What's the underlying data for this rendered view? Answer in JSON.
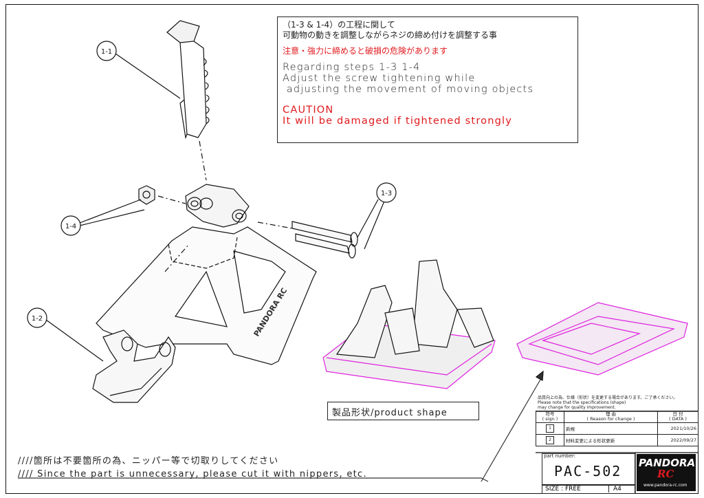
{
  "note": {
    "jp_line1": "（1-3 & 1-4）の工程に関して",
    "jp_line2": "可動物の動きを調整しながらネジの締め付けを調整する事",
    "jp_caution": "注意・強力に締めると破損の危険があります",
    "en_line1": "Regarding steps 1-3 1-4",
    "en_line2": "Adjust the screw tightening while",
    "en_line3": " adjusting the movement of moving objects",
    "en_caution_title": "CAUTION",
    "en_caution_text": "It will be damaged if tightened strongly"
  },
  "callouts": {
    "c11": "1-1",
    "c12": "1-2",
    "c13": "1-3",
    "c14": "1-4"
  },
  "part_embossing": "PANDORA RC",
  "product_shape_label": "製品形状/product shape",
  "footnote_jp": "////箇所は不要箇所の為、ニッパー等で切取りしてください",
  "footnote_en": "//// Since the part is unnecessary, please cut it with nippers, etc.",
  "title_block": {
    "caption_jp": "品質向上の為、仕様（形状）を変更する場合があります。ご了承ください。",
    "caption_en1": "Please note that the specifications (shape)",
    "caption_en2": "may change for quality improvement.",
    "col_sign": "符号",
    "col_sign_en": "( sign )",
    "col_reason": "理 由",
    "col_reason_en": "( Reason for change )",
    "col_date": "日 付",
    "col_date_en": "( DATA )",
    "rows": [
      {
        "sign": "1",
        "reason": "新規",
        "date": "2021/10/26"
      },
      {
        "sign": "2",
        "reason": "材料変更による形状更新",
        "date": "2022/09/27"
      }
    ],
    "part_number_label": "part number:",
    "part_number": "PAC-502",
    "size_label": "SIZE : FREE",
    "paper": "A4"
  },
  "logo": {
    "brand": "PANDORA",
    "sub": "RC",
    "url": "www.pandora-rc.com"
  },
  "colors": {
    "caution": "#e0191d",
    "cut_marks": "#e020e0"
  }
}
